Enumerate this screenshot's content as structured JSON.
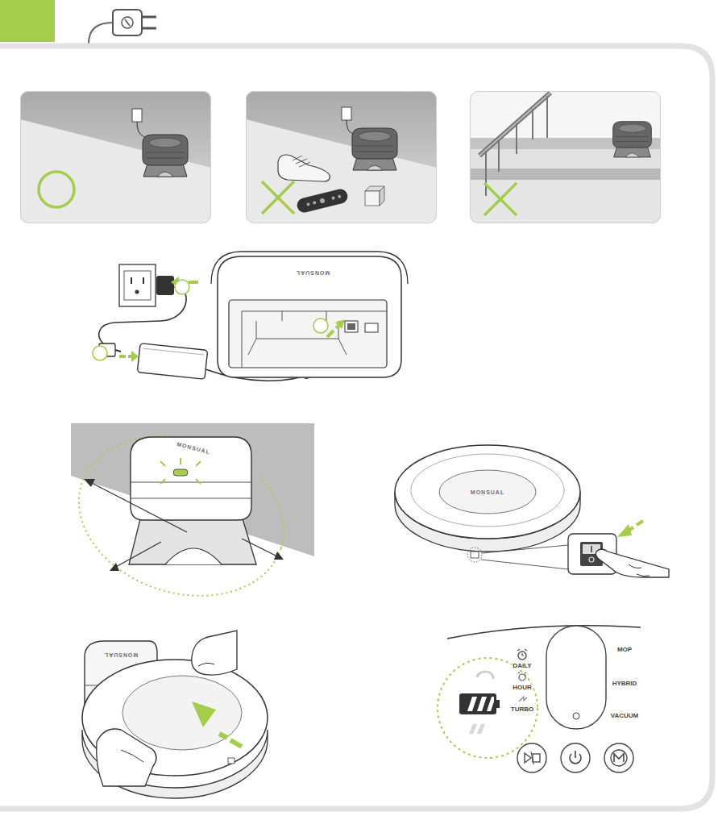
{
  "diagram": {
    "labels": [
      "MONSUAL",
      "MONSUAL",
      "MONSUAL",
      "MONSUAL",
      "DAILY",
      "HOUR",
      "TURBO",
      "MOP",
      "HYBRID",
      "VACUUM"
    ]
  }
}
